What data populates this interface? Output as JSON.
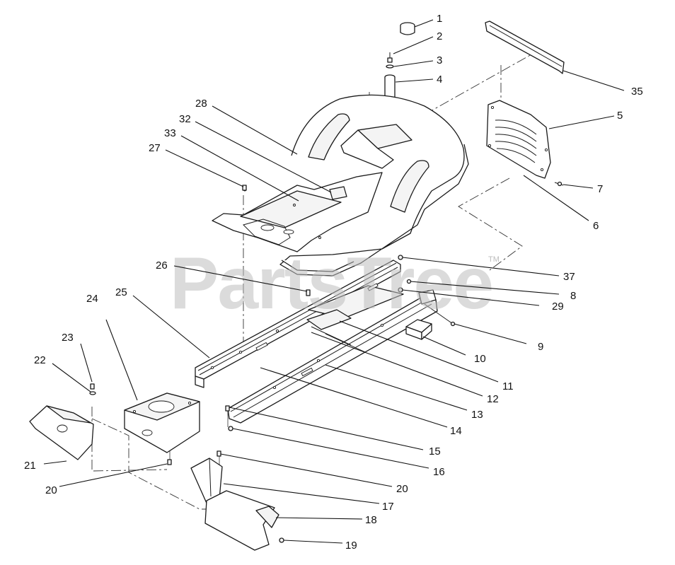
{
  "watermark": {
    "text": "PartsTree",
    "trademark": "TM"
  },
  "callouts": [
    {
      "id": "c1",
      "label": "1"
    },
    {
      "id": "c2",
      "label": "2"
    },
    {
      "id": "c3",
      "label": "3"
    },
    {
      "id": "c4",
      "label": "4"
    },
    {
      "id": "c35",
      "label": "35"
    },
    {
      "id": "c5",
      "label": "5"
    },
    {
      "id": "c7",
      "label": "7"
    },
    {
      "id": "c6",
      "label": "6"
    },
    {
      "id": "c28",
      "label": "28"
    },
    {
      "id": "c32",
      "label": "32"
    },
    {
      "id": "c33",
      "label": "33"
    },
    {
      "id": "c27",
      "label": "27"
    },
    {
      "id": "c26",
      "label": "26"
    },
    {
      "id": "c25",
      "label": "25"
    },
    {
      "id": "c37",
      "label": "37"
    },
    {
      "id": "c8",
      "label": "8"
    },
    {
      "id": "c29",
      "label": "29"
    },
    {
      "id": "c9",
      "label": "9"
    },
    {
      "id": "c10",
      "label": "10"
    },
    {
      "id": "c11",
      "label": "11"
    },
    {
      "id": "c12",
      "label": "12"
    },
    {
      "id": "c13",
      "label": "13"
    },
    {
      "id": "c14",
      "label": "14"
    },
    {
      "id": "c15",
      "label": "15"
    },
    {
      "id": "c16",
      "label": "16"
    },
    {
      "id": "c24",
      "label": "24"
    },
    {
      "id": "c23",
      "label": "23"
    },
    {
      "id": "c22",
      "label": "22"
    },
    {
      "id": "c21",
      "label": "21"
    },
    {
      "id": "c20a",
      "label": "20"
    },
    {
      "id": "c20b",
      "label": "20"
    },
    {
      "id": "c17",
      "label": "17"
    },
    {
      "id": "c18",
      "label": "18"
    },
    {
      "id": "c19",
      "label": "19"
    }
  ]
}
